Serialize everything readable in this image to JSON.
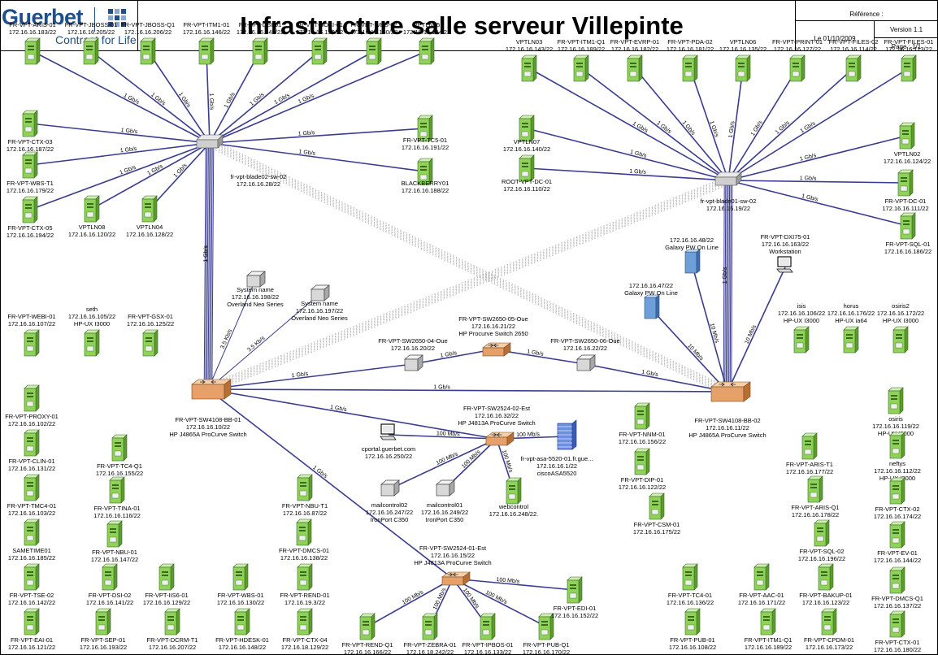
{
  "header": {
    "logo_name": "Guerbet",
    "logo_tagline": "Contrast for Life",
    "title": "Infrastructure salle serveur Villepinte",
    "reference_label": "Référence :",
    "date": "Le 01/10/2009",
    "version": "Version 1.1",
    "page": "Page : 1/1",
    "brand_color": "#1f4e8c"
  },
  "colors": {
    "link": "#3a3d8f",
    "server_green": "#8ed25a",
    "switch_orange": "#e6a06a",
    "appliance_gray": "#d8d8d8",
    "storage_blue": "#6f9fd8"
  },
  "devices": [
    {
      "id": "blade2",
      "kind": "blade",
      "name": "fr-vpt-blade02-sw-02",
      "ip": "172.16.16.28/22"
    },
    {
      "id": "blade1",
      "kind": "blade",
      "name": "fr-vpt-blade01-sw-02",
      "ip": "172.16.16.19/22"
    },
    {
      "id": "sw4108bb01",
      "kind": "core",
      "name": "FR-VPT-SW4108-BB-01",
      "ip": "172.16.16.10/22",
      "model": "HP J4865A ProCurve Switch"
    },
    {
      "id": "sw4108bb02",
      "kind": "core",
      "name": "FR-VPT-SW4108-BB-02",
      "ip": "172.16.16.11/22",
      "model": "HP J4865A ProCurve Switch"
    },
    {
      "id": "sw2650_05",
      "kind": "switch",
      "name": "FR-VPT-SW2650-05-Oue",
      "ip": "172.16.16.21/22",
      "model": "HP Procurve Switch 2650"
    },
    {
      "id": "sw2650_04",
      "kind": "box",
      "name": "FR-VPT-SW2650-04-Oue",
      "ip": "172.16.16.20/22"
    },
    {
      "id": "sw2650_06",
      "kind": "box",
      "name": "FR-VPT-SW2650-06-Oue",
      "ip": "172.16.16.22/22"
    },
    {
      "id": "sw2524_02",
      "kind": "switch",
      "name": "FR-VPT-SW2524-02-Est",
      "ip": "172.16.16.32/22",
      "model": "HP J4813A ProCurve Switch"
    },
    {
      "id": "sw2524_01",
      "kind": "switch",
      "name": "FR-VPT-SW2524-01-Est",
      "ip": "172.16.16.15/22",
      "model": "HP J4813A ProCurve Switch"
    },
    {
      "id": "neo1",
      "kind": "box",
      "name": "System name",
      "ip": "172.16.16.198/22",
      "model": "Overland Neo Series"
    },
    {
      "id": "neo2",
      "kind": "box",
      "name": "System name",
      "ip": "172.16.16.197/22",
      "model": "Overland Neo Series"
    },
    {
      "id": "galaxy1",
      "kind": "storage",
      "name": "172.16.16.48/22",
      "ip": "Galaxy PW On Line"
    },
    {
      "id": "galaxy2",
      "kind": "storage",
      "name": "172.16.16.47/22",
      "ip": "Galaxy PW On Line"
    },
    {
      "id": "dxi",
      "kind": "workstation",
      "name": "FR-VPT-DXI75-01",
      "ip": "172.16.16.163/22",
      "model": "Workstation"
    },
    {
      "id": "cportal",
      "kind": "workstation",
      "name": "cportal.guerbet.com",
      "ip": "172.16.16.250/22"
    },
    {
      "id": "asa",
      "kind": "firewall",
      "name": "fr-vpt-asa-5520-01.fr.gue...",
      "ip": "172.16.16.1/22",
      "model": "ciscoASA5520"
    },
    {
      "id": "mail02",
      "kind": "box",
      "name": "mailcontrol02",
      "ip": "172.16.16.247/22",
      "model": "IronPort C350"
    },
    {
      "id": "mail01",
      "kind": "box",
      "name": "mailcontrol01",
      "ip": "172.16.16.249/22",
      "model": "IronPort C350"
    },
    {
      "id": "webcontrol",
      "kind": "server",
      "name": "webcontrol",
      "ip": "172.16.16.248/22."
    },
    {
      "id": "t1",
      "kind": "server",
      "name": "FR-VPT-ARIS-01",
      "ip": "172.16.16.183/22"
    },
    {
      "id": "t2",
      "kind": "server",
      "name": "FR-VPT-JBOSS-01",
      "ip": "172.16.16.205/22"
    },
    {
      "id": "t3",
      "kind": "server",
      "name": "FR-VPT-JBOSS-Q1",
      "ip": "172.16.16.206/22"
    },
    {
      "id": "t4",
      "kind": "server",
      "name": "FR-VPT-ITM1-01",
      "ip": "172.16.16.146/22"
    },
    {
      "id": "t5",
      "kind": "server",
      "name": "FR-VPT-DSI-01",
      "ip": "172.16.16.145/22"
    },
    {
      "id": "t6",
      "kind": "server",
      "name": "FR-VPT-BOXI-01",
      "ip": "172.16.16.190/22"
    },
    {
      "id": "t7",
      "kind": "server",
      "name": "FR-VPT-WBS-02",
      "ip": "172.16.16.150/22"
    },
    {
      "id": "t8",
      "kind": "server",
      "name": "VPTLN05",
      "ip": "172.16.16.134/22"
    },
    {
      "id": "t9",
      "kind": "server",
      "name": "FR-VPT-CTX-03",
      "ip": "172.16.16.187/22"
    },
    {
      "id": "t10",
      "kind": "server",
      "name": "FR-VPT-WBS-T1",
      "ip": "172.16.16.179/22"
    },
    {
      "id": "t11",
      "kind": "server",
      "name": "FR-VPT-CTX-05",
      "ip": "172.16.16.194/22"
    },
    {
      "id": "t12",
      "kind": "server",
      "name": "VPTLN08",
      "ip": "172.16.16.120/22"
    },
    {
      "id": "t13",
      "kind": "server",
      "name": "VPTLN04",
      "ip": "172.16.16.128/22"
    },
    {
      "id": "t14",
      "kind": "server",
      "name": "FR-VPT-TC5-01",
      "ip": "172.16.16.191/22"
    },
    {
      "id": "t15",
      "kind": "server",
      "name": "BLACKBERRY01",
      "ip": "172.16.16.188/22"
    },
    {
      "id": "r1",
      "kind": "server",
      "name": "VPTLN03",
      "ip": "172.16.16.143/22"
    },
    {
      "id": "r2",
      "kind": "server",
      "name": "FR-VPT-ITM1-Q1",
      "ip": "172.16.16.189/22"
    },
    {
      "id": "r3",
      "kind": "server",
      "name": "FR-VPT-EVRP-01",
      "ip": "172.16.16.182/22"
    },
    {
      "id": "r4",
      "kind": "server",
      "name": "FR-VPT-PDA-02",
      "ip": "172.16.16.181/22"
    },
    {
      "id": "r5",
      "kind": "server",
      "name": "VPTLN06",
      "ip": "172.16.16.135/22"
    },
    {
      "id": "r6",
      "kind": "server",
      "name": "FR-VPT-PRINT-01",
      "ip": "172.16.16.127/22"
    },
    {
      "id": "r7",
      "kind": "server",
      "name": "FR-VPT-FILES-02",
      "ip": "172.16.16.114/22"
    },
    {
      "id": "r8",
      "kind": "server",
      "name": "FR-VPT-FILES-01",
      "ip": "172.16.16.113/22"
    },
    {
      "id": "r9",
      "kind": "server",
      "name": "VPTLN07",
      "ip": "172.16.16.140/22"
    },
    {
      "id": "r10",
      "kind": "server",
      "name": "ROOT-VPT-DC-01",
      "ip": "172.16.16.110/22"
    },
    {
      "id": "r11",
      "kind": "server",
      "name": "VPTLN02",
      "ip": "172.16.16.124/22"
    },
    {
      "id": "r12",
      "kind": "server",
      "name": "FR-VPT-DC-01",
      "ip": "172.16.16.111/22"
    },
    {
      "id": "r13",
      "kind": "server",
      "name": "FR-VPT-SQL-01",
      "ip": "172.16.16.186/22"
    },
    {
      "id": "l1",
      "kind": "server",
      "name": "FR-VPT-WEBI-01",
      "ip": "172.16.16.107/22"
    },
    {
      "id": "l2",
      "kind": "server",
      "name": "seth",
      "ip": "172.16.16.105/22",
      "model": "HP-UX I3000"
    },
    {
      "id": "l3",
      "kind": "server",
      "name": "FR-VPT-GSX-01",
      "ip": "172.16.16.125/22"
    },
    {
      "id": "l4",
      "kind": "server",
      "name": "FR-VPT-PROXY-01",
      "ip": "172.16.16.102/22"
    },
    {
      "id": "l5",
      "kind": "server",
      "name": "FR-VPT-CLIN-01",
      "ip": "172.16.16.131/22"
    },
    {
      "id": "l6",
      "kind": "server",
      "name": "FR-VPT-TMC4-01",
      "ip": "172.16.16.103/22"
    },
    {
      "id": "l7",
      "kind": "server",
      "name": "SAMETIME01",
      "ip": "172.16.16.185/22"
    },
    {
      "id": "l8",
      "kind": "server",
      "name": "FR-VPT-TSE-02",
      "ip": "172.16.16.142/22"
    },
    {
      "id": "l9",
      "kind": "server",
      "name": "FR-VPT-EAI-01",
      "ip": "172.16.16.121/22"
    },
    {
      "id": "l10",
      "kind": "server",
      "name": "FR-VPT-TC4-Q1",
      "ip": "172.16.16.155/22"
    },
    {
      "id": "l11",
      "kind": "server",
      "name": "FR-VPT-TINA-01",
      "ip": "172.16.16.116/22"
    },
    {
      "id": "l12",
      "kind": "server",
      "name": "FR-VPT-NBU-01",
      "ip": "172.16.16.147/22"
    },
    {
      "id": "l13",
      "kind": "server",
      "name": "FR-VPT-DSI-02",
      "ip": "172.16.16.141/22"
    },
    {
      "id": "l14",
      "kind": "server",
      "name": "FR-VPT-SEP-01",
      "ip": "172.16.16.193/22"
    },
    {
      "id": "l15",
      "kind": "server",
      "name": "FR-VPT-DCRM-T1",
      "ip": "172.16.16.207/22"
    },
    {
      "id": "l16",
      "kind": "server",
      "name": "FR-VPT-IIS6-01",
      "ip": "172.16.16.129/22"
    },
    {
      "id": "l17",
      "kind": "server",
      "name": "FR-VPT-HDESK-01",
      "ip": "172.16.16.148/22"
    },
    {
      "id": "l18",
      "kind": "server",
      "name": "FR-VPT-WBS-01",
      "ip": "172.16.16.130/22"
    },
    {
      "id": "l19",
      "kind": "server",
      "name": "FR-VPT-CTX-04",
      "ip": "172.16.18.129/22"
    },
    {
      "id": "l20",
      "kind": "server",
      "name": "FR-VPT-REND-01",
      "ip": "172.16.19.3/22"
    },
    {
      "id": "l21",
      "kind": "server",
      "name": "FR-VPT-DMCS-01",
      "ip": "172.16.16.138/22"
    },
    {
      "id": "l22",
      "kind": "server",
      "name": "FR-VPT-NBU-T1",
      "ip": "172.16.16.87/22"
    },
    {
      "id": "b1",
      "kind": "server",
      "name": "FR-VPT-REND-Q1",
      "ip": "172.16.16.166/22"
    },
    {
      "id": "b2",
      "kind": "server",
      "name": "FR-VPT-ZEBRA-01",
      "ip": "172.16.18.242/22"
    },
    {
      "id": "b3",
      "kind": "server",
      "name": "FR-VPT-IPBOS-01",
      "ip": "172.16.16.133/22"
    },
    {
      "id": "b4",
      "kind": "server",
      "name": "FR-VPT-PUB-Q1",
      "ip": "172.16.16.170/22"
    },
    {
      "id": "b5",
      "kind": "server",
      "name": "FR-VPT-EDI-01",
      "ip": "172.16.16.152/22"
    },
    {
      "id": "g1",
      "kind": "server",
      "name": "isis",
      "ip": "172.16.16.106/22",
      "model": "HP-UX I3000"
    },
    {
      "id": "g2",
      "kind": "server",
      "name": "horus",
      "ip": "172.16.16.176/22",
      "model": "HP-UX ia64"
    },
    {
      "id": "g3",
      "kind": "server",
      "name": "osiris2",
      "ip": "172.16.16.172/22",
      "model": "HP-UX I3000"
    },
    {
      "id": "g4",
      "kind": "server",
      "name": "osiris",
      "ip": "172.16.16.119/22",
      "model": "HP-UX I3000"
    },
    {
      "id": "g5",
      "kind": "server",
      "name": "neftys",
      "ip": "172.16.16.112/22",
      "model": "HP-UX I3000"
    },
    {
      "id": "g6",
      "kind": "server",
      "name": "FR-VPT-CTX-02",
      "ip": "172.16.16.174/22"
    },
    {
      "id": "g7",
      "kind": "server",
      "name": "FR-VPT-EV-01",
      "ip": "172.16.16.144/22"
    },
    {
      "id": "g8",
      "kind": "server",
      "name": "FR-VPT-DMCS-Q1",
      "ip": "172.16.16.137/22"
    },
    {
      "id": "g9",
      "kind": "server",
      "name": "FR-VPT-CTX-01",
      "ip": "172.16.16.180/22"
    },
    {
      "id": "g10",
      "kind": "server",
      "name": "FR-VPT-NNM-01",
      "ip": "172.16.16.156/22"
    },
    {
      "id": "g11",
      "kind": "server",
      "name": "FR-VPT-DIP-01",
      "ip": "172.16.16.122/22"
    },
    {
      "id": "g12",
      "kind": "server",
      "name": "FR-VPT-CSM-01",
      "ip": "172.16.16.175/22"
    },
    {
      "id": "g13",
      "kind": "server",
      "name": "FR-VPT-ARIS-T1",
      "ip": "172.16.16.177/22"
    },
    {
      "id": "g14",
      "kind": "server",
      "name": "FR-VPT-ARIS-Q1",
      "ip": "172.16.16.178/22"
    },
    {
      "id": "g15",
      "kind": "server",
      "name": "FR-VPT-SQL-02",
      "ip": "172.16.16.196/22"
    },
    {
      "id": "g16",
      "kind": "server",
      "name": "FR-VPT-BAKUP-01",
      "ip": "172.16.16.123/22"
    },
    {
      "id": "g17",
      "kind": "server",
      "name": "FR-VPT-TC4-01",
      "ip": "172.16.16.136/22"
    },
    {
      "id": "g18",
      "kind": "server",
      "name": "FR-VPT-AAC-01",
      "ip": "172.16.16.171/22"
    },
    {
      "id": "g19",
      "kind": "server",
      "name": "FR-VPT-PUB-01",
      "ip": "172.16.16.108/22"
    },
    {
      "id": "g20",
      "kind": "server",
      "name": "FR-VPT-ITM1-Q1",
      "ip": "172.16.16.189/22"
    },
    {
      "id": "g21",
      "kind": "server",
      "name": "FR-VPT-CPDM-01",
      "ip": "172.16.16.173/22"
    }
  ],
  "links": [
    {
      "from": "blade2",
      "to": "t1",
      "speed": "1 Gb/s"
    },
    {
      "from": "blade2",
      "to": "t2",
      "speed": "1 Gb/s"
    },
    {
      "from": "blade2",
      "to": "t3",
      "speed": "1 Gb/s"
    },
    {
      "from": "blade2",
      "to": "t4",
      "speed": "1 Gb/s"
    },
    {
      "from": "blade2",
      "to": "t5",
      "speed": "1 Gb/s"
    },
    {
      "from": "blade2",
      "to": "t6",
      "speed": "1 Gb/s"
    },
    {
      "from": "blade2",
      "to": "t7",
      "speed": "1 Gb/s"
    },
    {
      "from": "blade2",
      "to": "t8",
      "speed": "1 Gb/s"
    },
    {
      "from": "blade2",
      "to": "t9",
      "speed": "1 Gb/s"
    },
    {
      "from": "blade2",
      "to": "t10",
      "speed": "1 Gb/s"
    },
    {
      "from": "blade2",
      "to": "t11",
      "speed": "1 Gb/s"
    },
    {
      "from": "blade2",
      "to": "t12",
      "speed": "1 Gb/s"
    },
    {
      "from": "blade2",
      "to": "t13",
      "speed": "1 Gb/s"
    },
    {
      "from": "blade2",
      "to": "t14",
      "speed": "1 Gb/s"
    },
    {
      "from": "blade2",
      "to": "t15",
      "speed": "1 Gb/s"
    },
    {
      "from": "blade2",
      "to": "sw4108bb01",
      "speed": "1 Gb/s"
    },
    {
      "from": "blade1",
      "to": "r1",
      "speed": "1 Gb/s"
    },
    {
      "from": "blade1",
      "to": "r2",
      "speed": "1 Gb/s"
    },
    {
      "from": "blade1",
      "to": "r3",
      "speed": "1 Gb/s"
    },
    {
      "from": "blade1",
      "to": "r4",
      "speed": "1 Gb/s"
    },
    {
      "from": "blade1",
      "to": "r5",
      "speed": "1 Gb/s"
    },
    {
      "from": "blade1",
      "to": "r6",
      "speed": "1 Gb/s"
    },
    {
      "from": "blade1",
      "to": "r7",
      "speed": "1 Gb/s"
    },
    {
      "from": "blade1",
      "to": "r8",
      "speed": "1 Gb/s"
    },
    {
      "from": "blade1",
      "to": "r9",
      "speed": "1 Gb/s"
    },
    {
      "from": "blade1",
      "to": "r10",
      "speed": "1 Gb/s"
    },
    {
      "from": "blade1",
      "to": "r11",
      "speed": "1 Gb/s"
    },
    {
      "from": "blade1",
      "to": "r12",
      "speed": "1 Gb/s"
    },
    {
      "from": "blade1",
      "to": "r13",
      "speed": "1 Gb/s"
    },
    {
      "from": "blade1",
      "to": "sw4108bb02",
      "speed": "1 Gb/s"
    },
    {
      "from": "sw4108bb01",
      "to": "sw4108bb02",
      "speed": "1 Gb/s"
    },
    {
      "from": "sw4108bb01",
      "to": "sw2650_04",
      "speed": "1 Gb/s"
    },
    {
      "from": "sw2650_04",
      "to": "sw2650_05",
      "speed": "1 Gb/s"
    },
    {
      "from": "sw2650_05",
      "to": "sw2650_06",
      "speed": "1 Gb/s"
    },
    {
      "from": "sw2650_06",
      "to": "sw4108bb02",
      "speed": "1 Gb/s"
    },
    {
      "from": "sw4108bb01",
      "to": "sw2524_02",
      "speed": "1 Gb/s"
    },
    {
      "from": "sw4108bb01",
      "to": "sw2524_01",
      "speed": "1 Gb/s"
    },
    {
      "from": "sw4108bb01",
      "to": "neo1",
      "speed": "3.5 Kb/s"
    },
    {
      "from": "sw4108bb01",
      "to": "neo2",
      "speed": "3.5 Kb/s"
    },
    {
      "from": "sw4108bb02",
      "to": "galaxy1",
      "speed": "10 Mb/s"
    },
    {
      "from": "sw4108bb02",
      "to": "galaxy2",
      "speed": "10 Mb/s"
    },
    {
      "from": "sw4108bb02",
      "to": "dxi",
      "speed": "10 Mb/s"
    },
    {
      "from": "sw2524_02",
      "to": "cportal",
      "speed": "100 Mb/s"
    },
    {
      "from": "sw2524_02",
      "to": "asa",
      "speed": "100 Mb/s"
    },
    {
      "from": "sw2524_02",
      "to": "mail02",
      "speed": "100 Mb/s"
    },
    {
      "from": "sw2524_02",
      "to": "mail01",
      "speed": "100 Mb/s"
    },
    {
      "from": "sw2524_02",
      "to": "webcontrol",
      "speed": "100 Mb/s"
    },
    {
      "from": "sw2524_01",
      "to": "b1",
      "speed": "100 Mb/s"
    },
    {
      "from": "sw2524_01",
      "to": "b2",
      "speed": "100 Mb/s"
    },
    {
      "from": "sw2524_01",
      "to": "b3",
      "speed": "100 Mb/s"
    },
    {
      "from": "sw2524_01",
      "to": "b4",
      "speed": "100 Mb/s"
    },
    {
      "from": "sw2524_01",
      "to": "b5",
      "speed": "100 Mb/s"
    }
  ]
}
